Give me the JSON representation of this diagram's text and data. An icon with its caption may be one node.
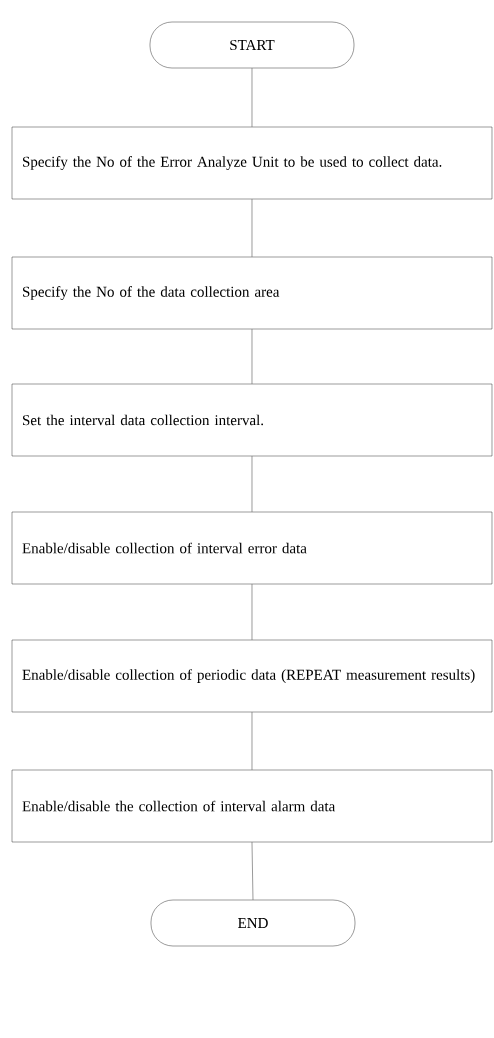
{
  "diagram": {
    "nodes": [
      {
        "text": [
          "START"
        ]
      },
      {
        "text": [
          "Specify the No of the Error Analyze Unit to be used to collect data."
        ]
      },
      {
        "text": [
          "Specify the No of the data collection area"
        ]
      },
      {
        "text": [
          "Set the interval data collection interval."
        ]
      },
      {
        "text": [
          "Enable/disable collection of interval error data"
        ]
      },
      {
        "text": [
          "Enable/disable collection of periodic data (REPEAT measurement results)"
        ]
      },
      {
        "text": [
          "Enable/disable the collection of interval alarm data"
        ]
      },
      {
        "text": [
          "END"
        ]
      }
    ],
    "edges": [
      {
        "from": 0,
        "to": 1,
        "arrow": "none"
      },
      {
        "from": 1,
        "to": 2,
        "arrow": "none"
      },
      {
        "from": 2,
        "to": 3,
        "arrow": "none"
      },
      {
        "from": 3,
        "to": 4,
        "arrow": "none"
      },
      {
        "from": 4,
        "to": 5,
        "arrow": "none"
      },
      {
        "from": 5,
        "to": 6,
        "arrow": "none"
      },
      {
        "from": 6,
        "to": 7,
        "arrow": "none"
      }
    ]
  }
}
